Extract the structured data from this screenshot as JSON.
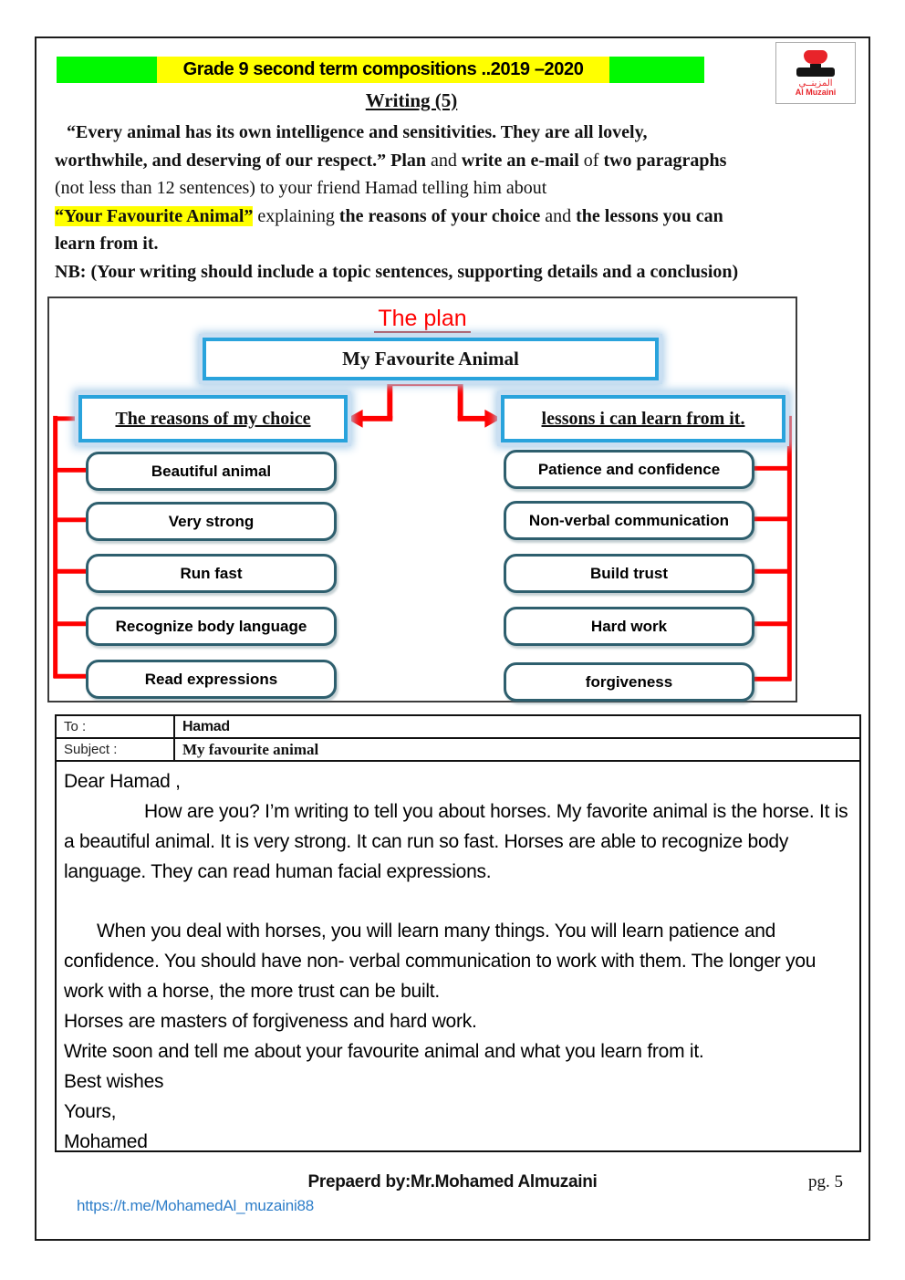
{
  "header": {
    "title": "Grade 9  second  term compositions ..2019 –2020"
  },
  "logo": {
    "arabic": "المزينــي",
    "name": "Al Muzaini"
  },
  "writing_title": "Writing (5)",
  "intro": {
    "line1": "“Every animal has its own intelligence and sensitivities. They are all lovely,",
    "line2_b1": "worthwhile, and deserving of our respect.” Plan",
    "line2_r1": " and ",
    "line2_b2": "write an e-mail",
    "line2_r2": " of ",
    "line2_b3": "two paragraphs",
    "line3": "(not less than 12 sentences) to your friend Hamad telling him about",
    "line4_hl": "“Your Favourite Animal”",
    "line4_r1": " explaining ",
    "line4_b1": "the reasons of your choice",
    "line4_r2": " and ",
    "line4_b2": "the lessons you can",
    "line5": "learn from it.",
    "nb": "NB: (Your writing should include a topic sentences, supporting details and a conclusion)"
  },
  "plan": {
    "title": "The plan",
    "root": "My Favourite Animal",
    "left_header": "The reasons of my choice",
    "right_header": "lessons i can learn from it.",
    "left_items": [
      "Beautiful animal",
      "Very strong",
      "Run fast",
      "Recognize body language",
      "Read expressions"
    ],
    "right_items": [
      "Patience and confidence",
      "Non-verbal communication",
      "Build trust",
      "Hard work",
      "forgiveness"
    ]
  },
  "email": {
    "to_label": "To :",
    "to_value": "Hamad",
    "subject_label": "Subject :",
    "subject_value": "My favourite animal",
    "paragraphs": [
      "Dear Hamad ,",
      "How are you? I’m writing to tell you about horses. My favorite animal is the horse. It is a beautiful animal. It is very strong. It can run so fast. Horses are able to recognize body language. They can read human facial expressions.",
      "When you deal with horses, you will learn many things. You will learn patience and confidence. You should have non- verbal communication to work with them. The longer you work with a horse, the more trust can be built.",
      "Horses are masters of forgiveness and hard work.",
      "Write soon and tell me about your favourite animal and what you learn from it.",
      "Best wishes",
      "Yours,",
      "Mohamed"
    ]
  },
  "footer": {
    "prepared_by": "Prepaerd by:Mr.Mohamed Almuzaini",
    "page": "pg. 5",
    "link": "https://t.me/MohamedAl_muzaini88"
  },
  "colors": {
    "header_green": "#00f900",
    "highlight_yellow": "#ffff00",
    "diagram_red": "#ff0000",
    "cyan_border": "#29a3dc",
    "teal_border": "#2e5f6e",
    "link_blue": "#2e7ec9",
    "logo_red": "#e8242a"
  }
}
